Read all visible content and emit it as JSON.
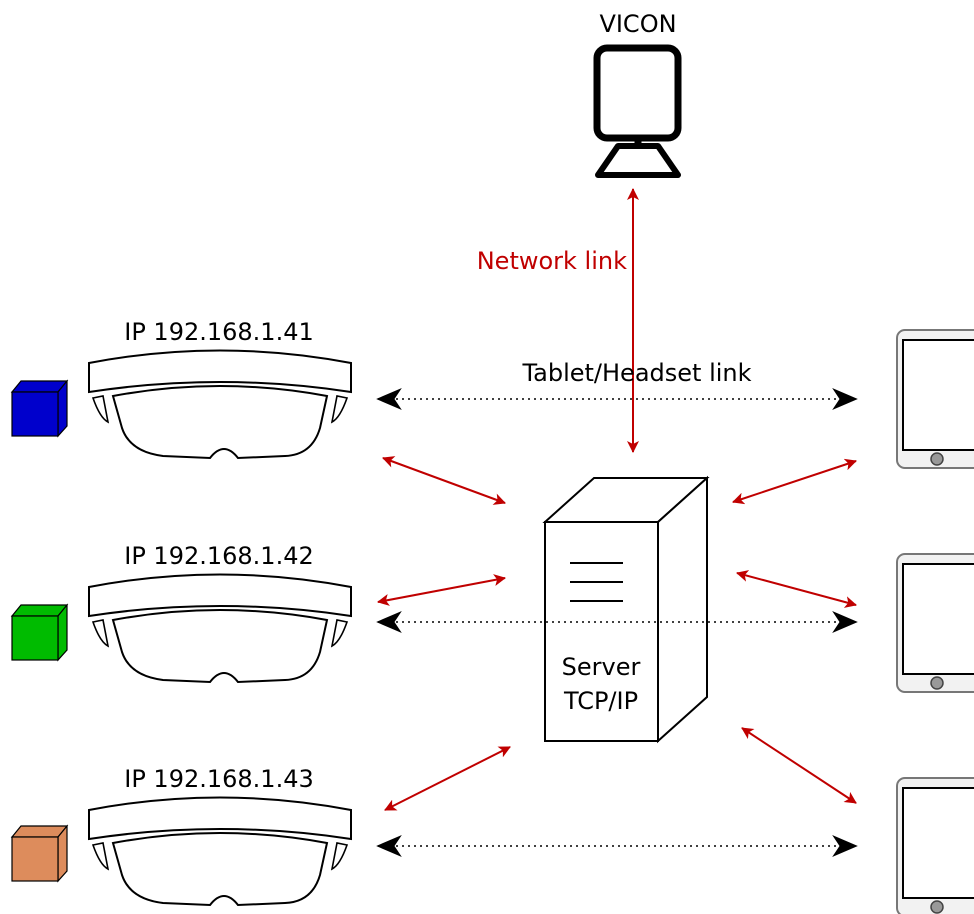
{
  "vicon": {
    "label": "VICON"
  },
  "network_link": {
    "label": "Network link",
    "color": "#c00000"
  },
  "tablet_headset_link": {
    "label": "Tablet/Headset link"
  },
  "server": {
    "line1": "Server",
    "line2": "TCP/IP"
  },
  "headsets": [
    {
      "ip": "IP 192.168.1.41",
      "cube_color": "#0000cc"
    },
    {
      "ip": "IP 192.168.1.42",
      "cube_color": "#00bb00"
    },
    {
      "ip": "IP 192.168.1.43",
      "cube_color": "#dd8c5c"
    }
  ],
  "icons": {
    "vicon": "camera-icon",
    "server": "server-tower-icon",
    "headset": "ar-headset-icon",
    "tablet": "tablet-icon",
    "cube": "cube-icon"
  }
}
